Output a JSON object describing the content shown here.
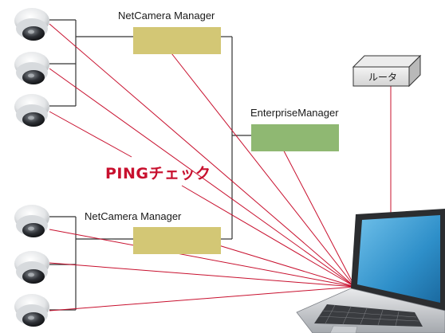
{
  "labels": {
    "netcamera_manager_top": "NetCamera Manager",
    "netcamera_manager_bottom": "NetCamera Manager",
    "enterprise_manager": "EnterpriseManager",
    "router": "ルータ",
    "ping_check": "PINGチェック"
  },
  "colors": {
    "manager_box": "#d3c775",
    "enterprise_box": "#8fb872",
    "ping_line": "#c8102e",
    "network_line": "#333333",
    "router_line": "#c8102e"
  }
}
